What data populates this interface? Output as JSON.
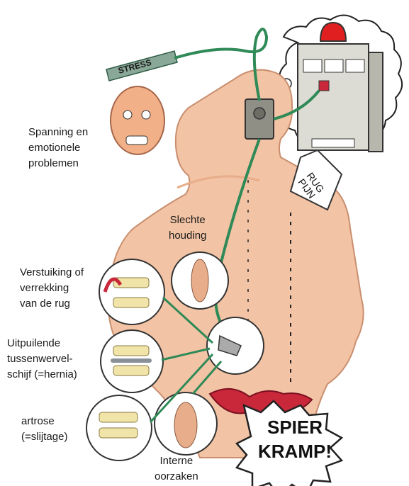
{
  "labels": {
    "stress_tag": "STRESS",
    "stress": "Spanning en\nemotionele\nproblemen",
    "posture": "Slechte\nhouding",
    "sprain": "Verstuiking of\nverrekking\nvan de rug",
    "hernia": "Uitpuilende\ntussenwervel-\nschijf (=hernia)",
    "artrose": "artrose\n(=slijtage)",
    "internal": "Interne\noorzaken",
    "printout": "RUG\nPIJN",
    "cramp_line1": "SPIER",
    "cramp_line2": "KRAMP!"
  },
  "colors": {
    "skin": "#f2c3a4",
    "skin_shade": "#e8ad8a",
    "cable": "#2f8a57",
    "machine": "#dcdcd4",
    "alarm": "#e02020",
    "muscle": "#c8283a",
    "bone": "#f0e4a8",
    "disc": "#8a9098"
  }
}
